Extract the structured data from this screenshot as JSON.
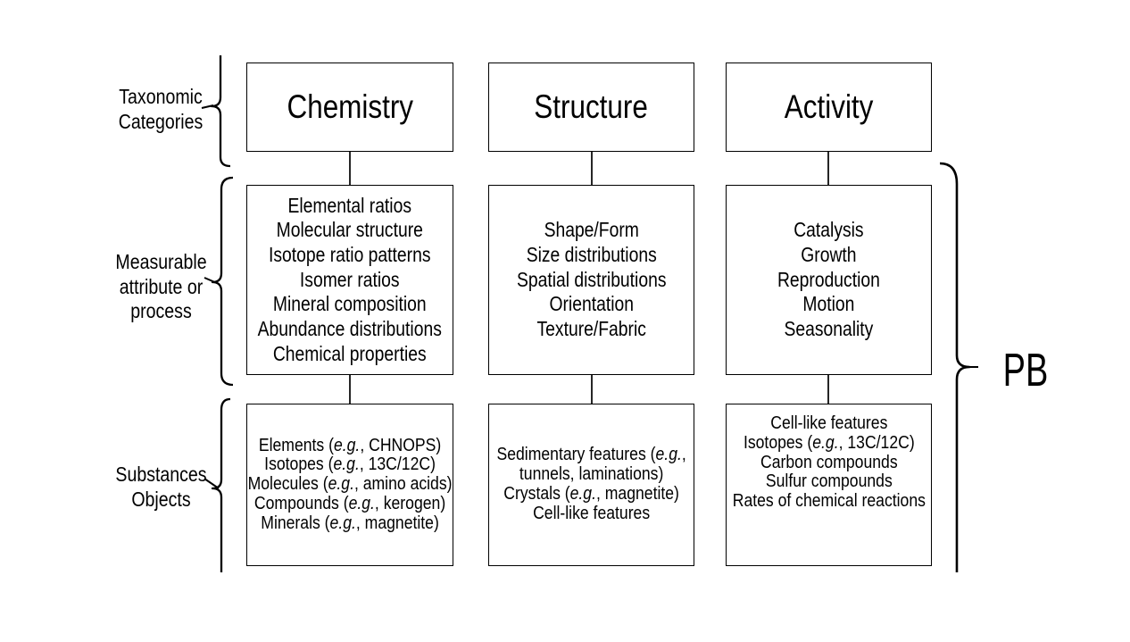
{
  "figure": {
    "colors": {
      "ink": "#000000",
      "background": "#ffffff"
    },
    "row_labels": [
      {
        "id": "taxonomic-categories",
        "lines": [
          "Taxonomic",
          "Categories"
        ]
      },
      {
        "id": "measurable-attribute-or-process",
        "lines": [
          "Measurable",
          "attribute or",
          "process"
        ]
      },
      {
        "id": "substances-objects",
        "lines": [
          "Substances",
          "Objects"
        ]
      }
    ],
    "pb_label": "PB",
    "columns": [
      {
        "header": "Chemistry",
        "attributes": [
          "Elemental ratios",
          "Molecular structure",
          "Isotope ratio patterns",
          "Isomer ratios",
          "Mineral composition",
          "Abundance distributions",
          "Chemical properties"
        ],
        "substances": [
          [
            {
              "t": "Elements ("
            },
            {
              "t": "e.g.",
              "i": true
            },
            {
              "t": ", CHNOPS)"
            }
          ],
          [
            {
              "t": "Isotopes ("
            },
            {
              "t": "e.g.",
              "i": true
            },
            {
              "t": ", 13C/12C)"
            }
          ],
          [
            {
              "t": "Molecules ("
            },
            {
              "t": "e.g.",
              "i": true
            },
            {
              "t": ", amino acids)"
            }
          ],
          [
            {
              "t": "Compounds ("
            },
            {
              "t": "e.g.",
              "i": true
            },
            {
              "t": ", kerogen)"
            }
          ],
          [
            {
              "t": "Minerals ("
            },
            {
              "t": "e.g.",
              "i": true
            },
            {
              "t": ", magnetite)"
            }
          ]
        ]
      },
      {
        "header": "Structure",
        "attributes": [
          "Shape/Form",
          "Size distributions",
          "Spatial distributions",
          "Orientation",
          "Texture/Fabric"
        ],
        "substances": [
          [
            {
              "t": "Sedimentary features ("
            },
            {
              "t": "e.g.",
              "i": true
            },
            {
              "t": ","
            }
          ],
          [
            {
              "t": "tunnels, laminations)"
            }
          ],
          [
            {
              "t": "Crystals ("
            },
            {
              "t": "e.g.",
              "i": true
            },
            {
              "t": ", magnetite)"
            }
          ],
          [
            {
              "t": "Cell-like features"
            }
          ]
        ]
      },
      {
        "header": "Activity",
        "attributes": [
          "Catalysis",
          "Growth",
          "Reproduction",
          "Motion",
          "Seasonality"
        ],
        "substances": [
          [
            {
              "t": "Cell-like features"
            }
          ],
          [
            {
              "t": "Isotopes ("
            },
            {
              "t": "e.g.",
              "i": true
            },
            {
              "t": ", 13C/12C)"
            }
          ],
          [
            {
              "t": "Carbon compounds"
            }
          ],
          [
            {
              "t": "Sulfur compounds"
            }
          ],
          [
            {
              "t": "Rates of chemical reactions"
            }
          ]
        ]
      }
    ]
  }
}
